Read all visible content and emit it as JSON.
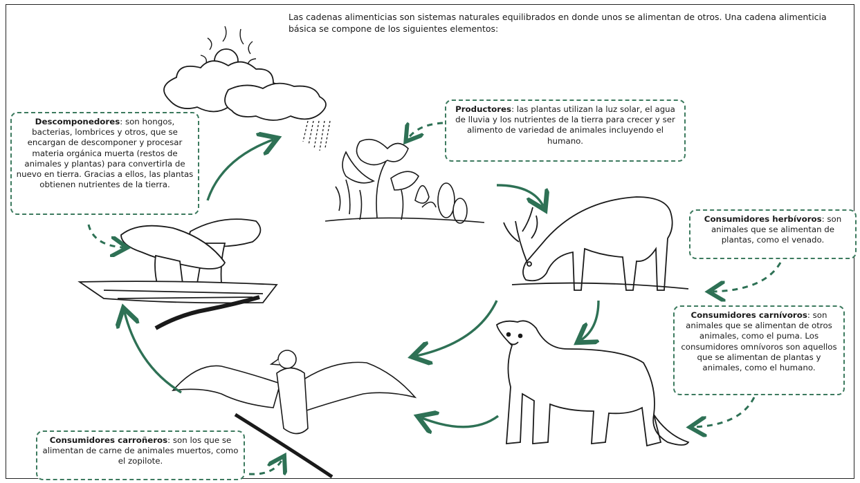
{
  "intro": "Las cadenas alimenticias son sistemas naturales equilibrados en donde unos se alimentan de otros. Una cadena alimenticia básica se compone de los siguientes elementos:",
  "boxes": {
    "productores": {
      "term": "Productores",
      "text": ": las plantas utilizan la luz solar, el agua de lluvia y los nutrientes de la tierra para crecer y ser alimento de variedad de animales incluyendo el humano."
    },
    "herbivoros": {
      "term": "Consumidores herbívoros",
      "text": ": son animales que se alimentan de plantas, como el venado."
    },
    "carnivoros": {
      "term": "Consumidores carnívoros",
      "text": ": son animales que se alimentan de otros animales, como el puma. Los consumidores omnívoros son aquellos que se alimentan de plantas y animales, como el humano."
    },
    "carroneros": {
      "term": "Consumidores carroñeros",
      "text": ": son los que se alimentan de carne de animales muertos, como el zopilote."
    },
    "descomponedores": {
      "term": "Descomponedores",
      "text": ": son hongos, bacterias, lombrices y otros, que se encargan de descomponer y procesar materia orgánica muerta (restos de animales y plantas) para convertirla de nuevo en tierra. Gracias a ellos, las plantas obtienen nutrientes de la tierra."
    }
  },
  "colors": {
    "arrow": "#2e7155",
    "border": "#3c7a5e",
    "ink": "#1a1a1a"
  },
  "illustrations": [
    "sun-cloud-rain",
    "plants",
    "deer",
    "puma",
    "vulture",
    "mushrooms-worm"
  ]
}
